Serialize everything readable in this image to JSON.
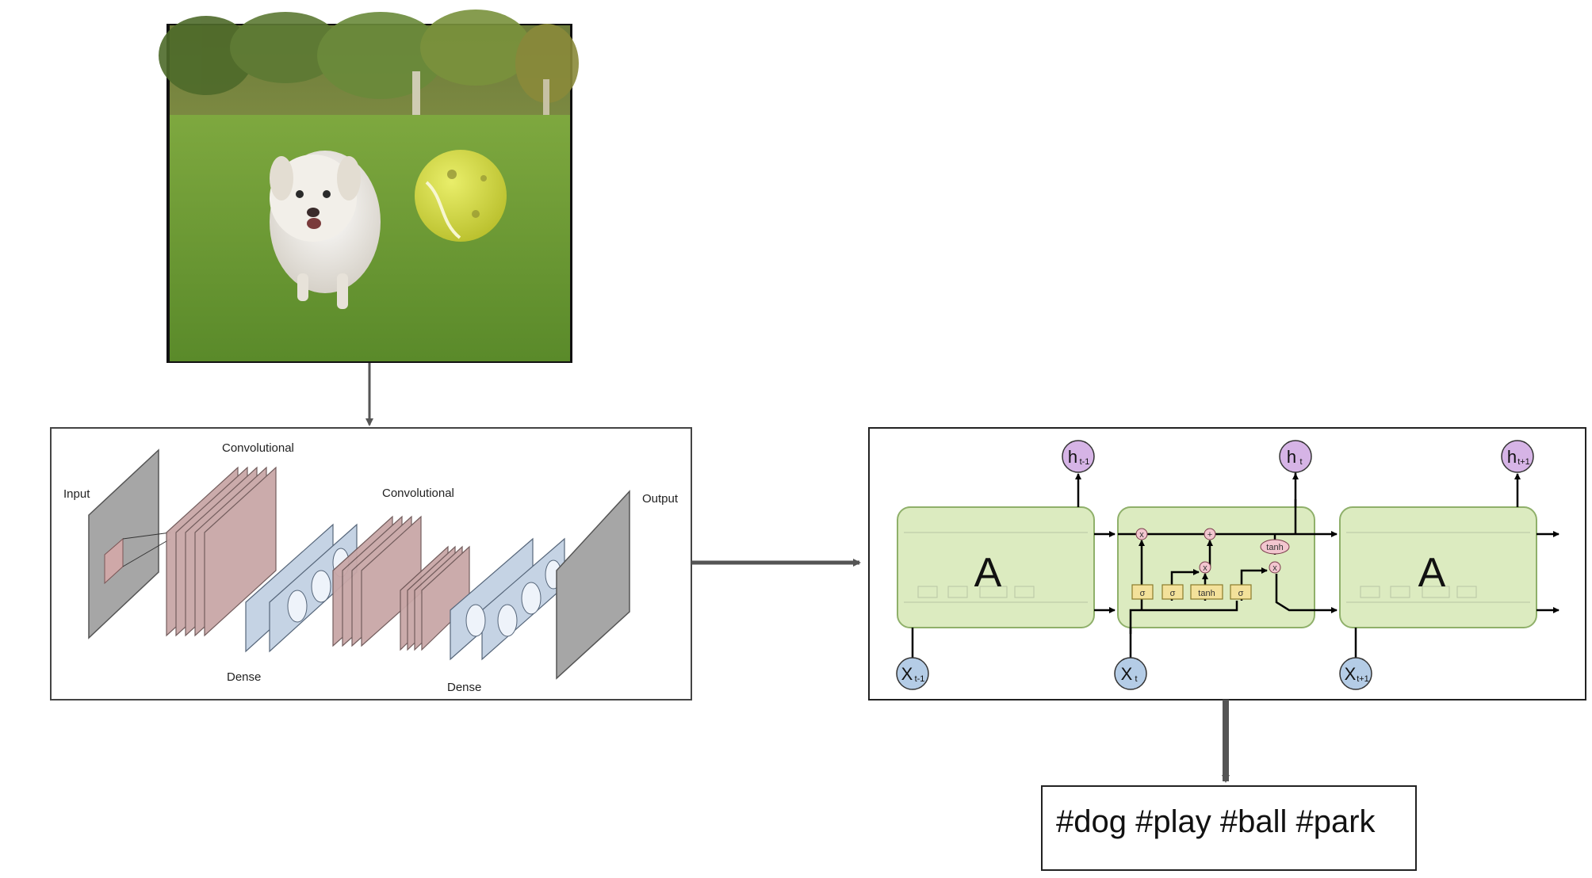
{
  "cnn": {
    "input_label": "Input",
    "conv1_label": "Convolutional",
    "conv2_label": "Convolutional",
    "dense1_label": "Dense",
    "dense2_label": "Dense",
    "output_label": "Output"
  },
  "lstm": {
    "cell_left_label": "A",
    "cell_right_label": "A",
    "gates": [
      "σ",
      "σ",
      "tanh",
      "σ"
    ],
    "ops": {
      "mult": "x",
      "add": "+",
      "tanh": "tanh"
    },
    "outputs": [
      {
        "base": "h",
        "sub": "t-1"
      },
      {
        "base": "h",
        "sub": "t"
      },
      {
        "base": "h",
        "sub": "t+1"
      }
    ],
    "inputs": [
      {
        "base": "X",
        "sub": "t-1"
      },
      {
        "base": "X",
        "sub": "t"
      },
      {
        "base": "X",
        "sub": "t+1"
      }
    ]
  },
  "result": {
    "hashtags": "#dog #play #ball #park"
  },
  "colors": {
    "arrow": "#555555",
    "lstm_cell_fill": "#dcebc0",
    "lstm_cell_stroke": "#8fb06a",
    "output_node": "#d6b4e6",
    "input_node": "#b4cce6",
    "gate_fill": "#f3e19a",
    "conv_fill": "#c9a7a7",
    "dense_fill": "#c5d3e4"
  }
}
